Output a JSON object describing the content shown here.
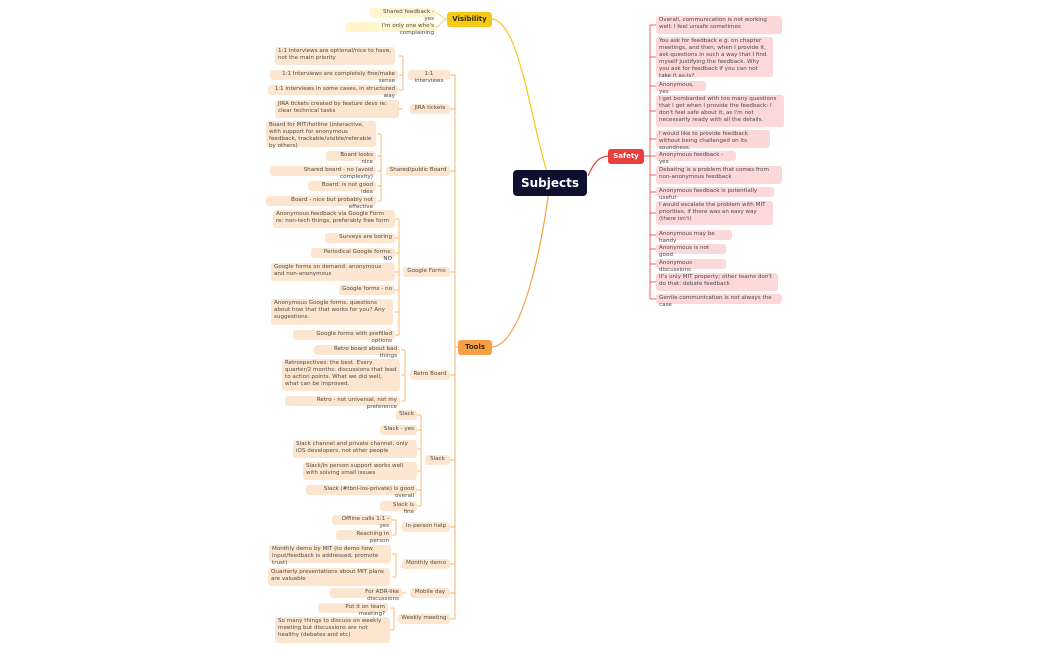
{
  "root": "Subjects",
  "colors": {
    "visibility": "#f3ca1b",
    "tools": "#f5a046",
    "safety": "#e8403f",
    "root_bg": "#0e1030",
    "line_visibility": "#f3ca1b",
    "line_tools": "#f5a046",
    "line_safety": "#e8403f"
  },
  "visibility": {
    "label": "Visibility",
    "items": [
      "Shared feedback - yes",
      "I'm only one who's complaining"
    ]
  },
  "safety": {
    "label": "Safety",
    "items": [
      "Overall, communication is not working well; I feel unsafe sometimes",
      "You ask for feedback e.g. on chapter meetings, and then, when I provide it, ask questions in such a way that I find myself justifying the feedback. Why you ask for feedback if you can not take it as-is?",
      "Anonymous, yes",
      "I get bombarded with too many questions that I get when I provide the feedback: I don't feel safe about it, as I'm not necessarily ready with all the details.",
      "I would like to provide feedback without being challenged on its soundness.",
      "Anonymous feedback - yes",
      "Debating is a problem that comes from non-anonymous feedback",
      "Anonymous feedback is potentially useful",
      "I would escalate the problem with MIT priorities, if there was an easy way (there isn't)",
      "Anonymous may be handy",
      "Anonymous is not good",
      "Anonymous discussions",
      "It's only MIT property; other teams don't do that: debate feedback",
      "Gentle communication is not always the case"
    ]
  },
  "tools": {
    "label": "Tools",
    "groups": [
      {
        "label": "1:1 interviews",
        "items": [
          "1:1 interviews are optional/nice to have, not the main priority",
          "1:1 Interviews are completely fine/make sense",
          "1:1 interviews in some cases, in structured way"
        ]
      },
      {
        "label": "JIRA tickets",
        "items": [
          "JIRA tickets created by feature devs re: clear technical tasks"
        ]
      },
      {
        "label": "Shared/public Board",
        "items": [
          "Board for MIT/hotline (interactive, with support for anonymous feedback, trackable/visible/referable by others)",
          "Board looks nice",
          "Shared board - no (avoid complexity)",
          "Board: is not good idea",
          "Board - nice but probably not effective"
        ]
      },
      {
        "label": "Google Forms",
        "items": [
          "Anonymous feedback via Google Form re: non-tech things, preferably free form",
          "Surveys are boring",
          "Periodical Google forms: NO",
          "Google forms on demand: anonymous and non-anonymous",
          "Google forms - no",
          "Anonymous Google forms, questions about how that that works for you? Any suggestions.",
          "Google forms with prefilled options"
        ]
      },
      {
        "label": "Retro Board",
        "items": [
          "Retro board about bad things",
          "Retrospectives: the best. Every quarter/2 months: discussions that lead to action points. What we did well, what can be improved.",
          "Retro - not universal, not my preference"
        ]
      },
      {
        "label": "Slack",
        "items": [
          "Slack",
          "Slack - yes",
          "Slack channel and private channel, only iOS developers, not other people",
          "Slack/in person support works well with solving small issues",
          "Slack (#tbnl-ios-private) is good overall",
          "Slack is fine"
        ]
      },
      {
        "label": "In-person help",
        "items": [
          "Offline calls 1:1 - yes",
          "Reaching in person"
        ]
      },
      {
        "label": "Monthly demo",
        "items": [
          "Monthly demo by MIT (to demo how input/feedback is addressed, promote trust)",
          "Quarterly presentations about MIT plans are valuable"
        ]
      },
      {
        "label": "Mobile day",
        "items": [
          "For ADR-like discussions"
        ]
      },
      {
        "label": "Weekly meeting",
        "items": [
          "Put it on team meeting?",
          "So many things to discuss on weekly meeting but discussions are not healthy (debates and etc)"
        ]
      }
    ]
  }
}
